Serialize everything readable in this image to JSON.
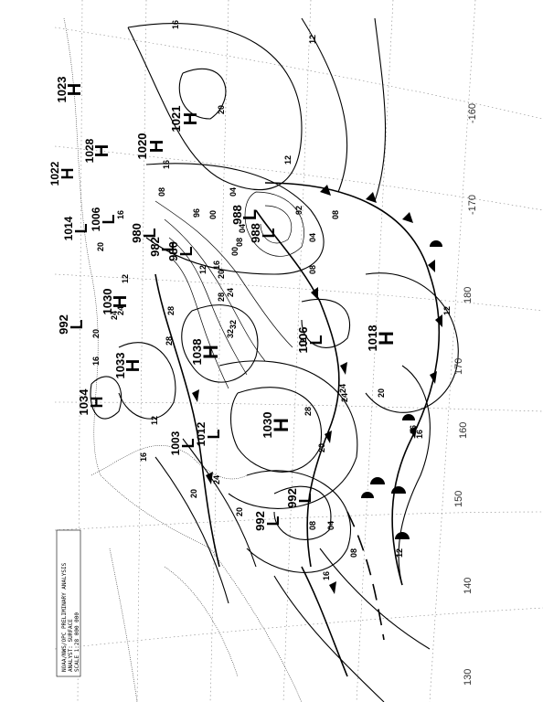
{
  "caption": {
    "line1": "NOAA/NWS/OPC PRELIMINARY ANALYSIS",
    "line2": "ANALYST: SURFACE",
    "line3": "SCALE 1:28 000 000"
  },
  "longitudes": [
    "-160",
    "-170",
    "180",
    "170",
    "160",
    "150",
    "140",
    "130"
  ],
  "centers": [
    {
      "type": "H",
      "pressure": "1021"
    },
    {
      "type": "H",
      "pressure": "1020"
    },
    {
      "type": "H",
      "pressure": "1023"
    },
    {
      "type": "H",
      "pressure": "1028"
    },
    {
      "type": "H",
      "pressure": "1022"
    },
    {
      "type": "L",
      "pressure": "1014"
    },
    {
      "type": "L",
      "pressure": "1006"
    },
    {
      "type": "L",
      "pressure": "988"
    },
    {
      "type": "L",
      "pressure": "988"
    },
    {
      "type": "L",
      "pressure": "980"
    },
    {
      "type": "L",
      "pressure": "982"
    },
    {
      "type": "L",
      "pressure": "980"
    },
    {
      "type": "L",
      "pressure": "992"
    },
    {
      "type": "H",
      "pressure": "1030"
    },
    {
      "type": "H",
      "pressure": "1033"
    },
    {
      "type": "H",
      "pressure": "1034"
    },
    {
      "type": "H",
      "pressure": "1038"
    },
    {
      "type": "L",
      "pressure": "1006"
    },
    {
      "type": "H",
      "pressure": "1018"
    },
    {
      "type": "H",
      "pressure": "1030"
    },
    {
      "type": "L",
      "pressure": "1003"
    },
    {
      "type": "L",
      "pressure": "1012"
    },
    {
      "type": "L",
      "pressure": "992"
    },
    {
      "type": "L",
      "pressure": "992"
    }
  ],
  "isobar_labels": [
    "16",
    "12",
    "20",
    "16",
    "08",
    "12",
    "04",
    "08",
    "00",
    "96",
    "92",
    "04",
    "08",
    "12",
    "16",
    "20",
    "24",
    "28",
    "32",
    "28",
    "24",
    "20",
    "16",
    "12",
    "08",
    "04",
    "00",
    "28",
    "24",
    "20",
    "16",
    "12",
    "24",
    "20",
    "16",
    "12",
    "08",
    "04",
    "20",
    "24",
    "16",
    "12",
    "08",
    "20",
    "16",
    "12",
    "16",
    "20",
    "24",
    "28",
    "32"
  ]
}
